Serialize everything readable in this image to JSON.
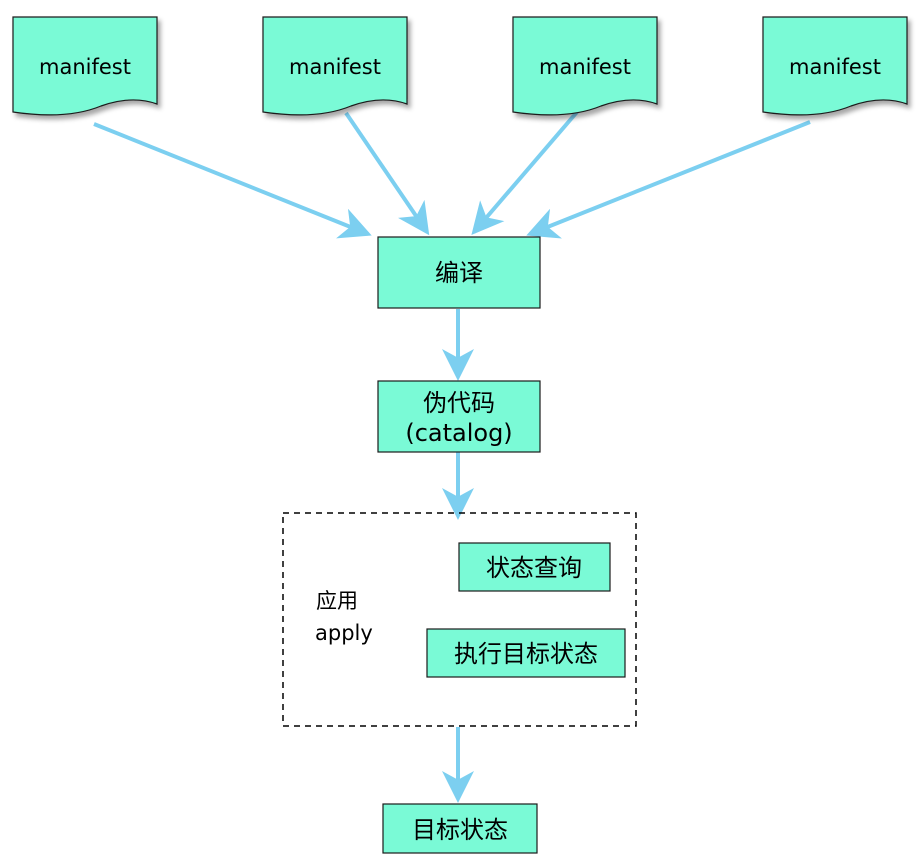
{
  "colors": {
    "node_fill": "#7afad6",
    "node_stroke": "#1a1a1a",
    "arrow": "#7ccff0",
    "group_border": "#000000"
  },
  "manifests": [
    {
      "label": "manifest"
    },
    {
      "label": "manifest"
    },
    {
      "label": "manifest"
    },
    {
      "label": "manifest"
    }
  ],
  "compile": {
    "label": "编译"
  },
  "pseudocode": {
    "line1": "伪代码",
    "line2": "(catalog)"
  },
  "apply_group": {
    "label_line1": "应用",
    "label_line2": "apply",
    "state_query": "状态查询",
    "execute_target_state": "执行目标状态"
  },
  "target_state": {
    "label": "目标状态"
  }
}
